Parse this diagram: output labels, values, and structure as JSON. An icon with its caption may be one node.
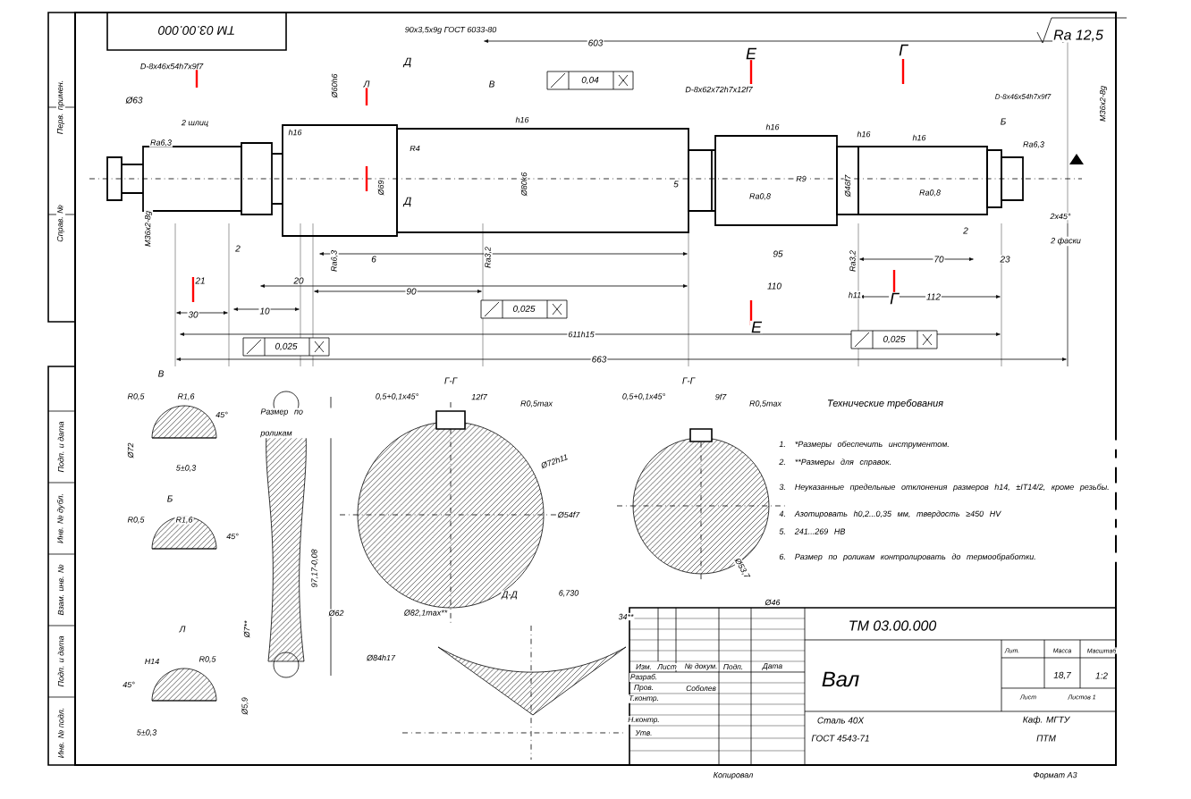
{
  "diagram": {
    "labels": [
      "ТМ 03.00.000",
      "90х3,5х9g ГОСТ 6033-80",
      "603",
      "Ra 12,5",
      "0,04",
      "D-8х46х54h7х9f7",
      "Ø63",
      "2 шлиц",
      "Ra6,3",
      "h16",
      "Ø60h6",
      "Л",
      "Ø69",
      "R4",
      "Д",
      "Д",
      "В",
      "h16",
      "Ø80k6",
      "М36х2-8g",
      "Ra6,3",
      "6",
      "2",
      "21",
      "20",
      "30",
      "10",
      "90",
      "Ra3,2",
      "0,025",
      "0,025",
      "611h15",
      "663",
      "Е",
      "Г",
      "D-8х62х72h7х12f7",
      "М36х2-8g",
      "D-8х46х54h7х9f7",
      "h16",
      "h16",
      "h16",
      "Б",
      "Ra6,3",
      "Ø46f7",
      "5",
      "R9",
      "Ra0,8",
      "Ra0,8",
      "2х45°",
      "2 фаски",
      "2",
      "70",
      "23",
      "95",
      "110",
      "Ra3,2",
      "h11",
      "Г",
      "112",
      "Е",
      "0,025",
      "В",
      "R0,5",
      "R1,6",
      "45°",
      "Ø72",
      "5±0,3",
      "Размер по роликам",
      "97,17-0,08",
      "Б",
      "R0,5",
      "R1,6",
      "45°",
      "Ø7**",
      "Л",
      "45°",
      "Н14",
      "R0,5",
      "5±0,3",
      "Ø5,9",
      "Г-Г",
      "0,5+0,1х45°",
      "12f7",
      "R0,5max",
      "Ø72h11",
      "Ø54f7",
      "Ø62",
      "Ø82,1max**",
      "Ø84h17",
      "Д-Д",
      "6,730",
      "34**",
      "Г-Г",
      "0,5+0,1х45°",
      "9f7",
      "R0,5max",
      "Ø46",
      "Ø53,7",
      "Технические требования",
      "1. *Размеры обеспечить инструментом.",
      "2. **Размеры для справок.",
      "3. Неуказанные предельные отклонения размеров h14, ±IT14/2, кроме резьбы.",
      "4. Азотировать h0,2...0,35 мм, твердость ≥450 HV",
      "5. 241...269 НВ",
      "6. Размер по роликам контролировать до термообработки.",
      "ТМ 03.00.000",
      "Вал",
      "Сталь 40Х",
      "ГОСТ 4543-71",
      "Каф. МГТУ",
      "ПТМ",
      "Лит.",
      "Масса",
      "Масштаб",
      "18,7",
      "1:2",
      "Лист",
      "Листов 1",
      "Изм.",
      "Лист",
      "№ докум.",
      "Подп.",
      "Дата",
      "Разраб.",
      "Пров.",
      "Т.контр.",
      "Н.контр.",
      "Утв.",
      "Соболев",
      "Копировал",
      "Формат А3",
      "Перв. примен.",
      "Справ. №",
      "Подп. и дата",
      "Инв. № дубл.",
      "Взам. инв. №",
      "Подп. и дата",
      "Инв. № подл."
    ]
  }
}
